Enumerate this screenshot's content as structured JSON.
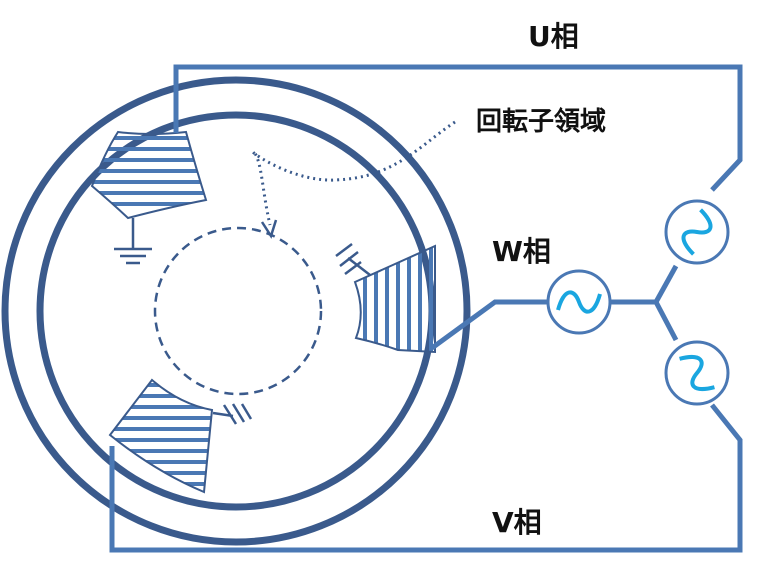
{
  "labels": {
    "u_phase": "U相",
    "v_phase": "V相",
    "w_phase": "W相",
    "rotor_region": "回転子領域"
  },
  "colors": {
    "outline": "#3a5a8c",
    "wire": "#4a78b4",
    "stripe": "#4a78b4",
    "ac_symbol": "#1aa6e0",
    "text": "#111111"
  },
  "icons": {
    "ac_source": "sine-wave-icon",
    "ground": "ground-icon"
  }
}
